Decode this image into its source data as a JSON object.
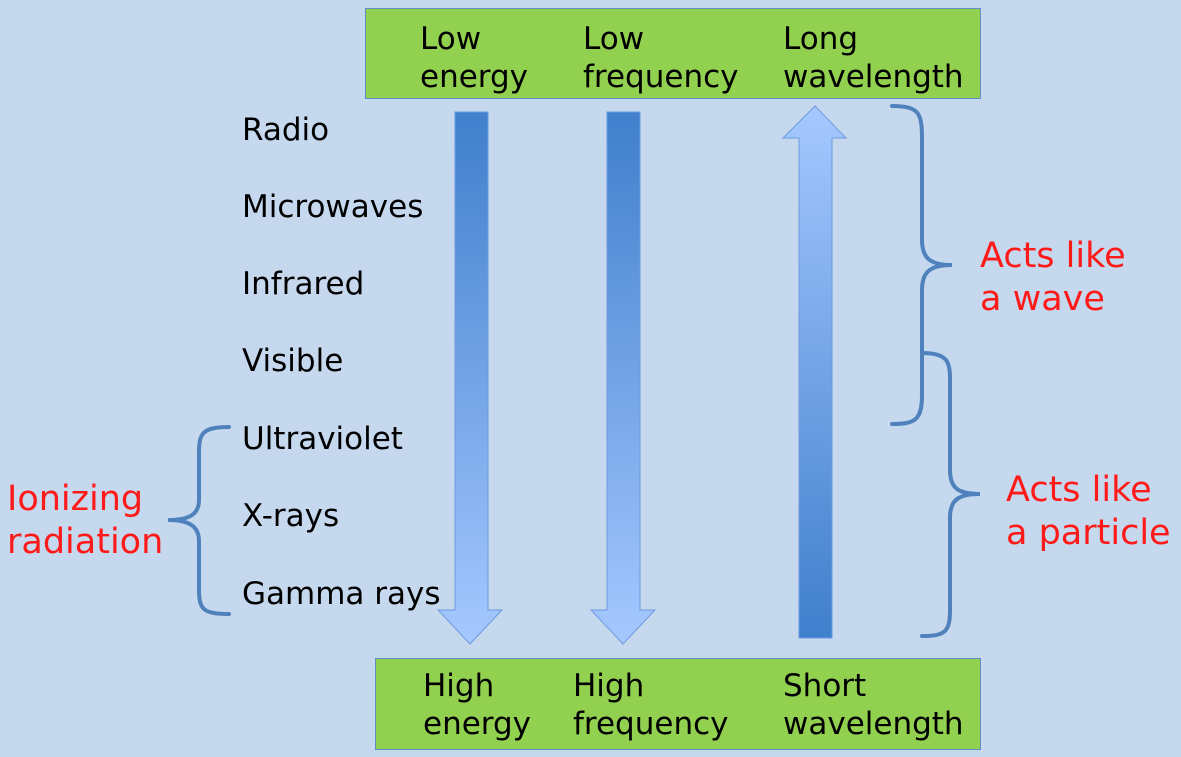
{
  "top_box": {
    "energy": [
      "Low",
      "energy"
    ],
    "frequency": [
      "Low",
      "frequency"
    ],
    "wavelength": [
      "Long",
      "wavelength"
    ]
  },
  "bottom_box": {
    "energy": [
      "High",
      "energy"
    ],
    "frequency": [
      "High",
      "frequency"
    ],
    "wavelength": [
      "Short",
      "wavelength"
    ]
  },
  "spectrum": [
    "Radio",
    "Microwaves",
    "Infrared",
    "Visible",
    "Ultraviolet",
    "X-rays",
    "Gamma rays"
  ],
  "annotations": {
    "ionizing": [
      "Ionizing",
      "radiation"
    ],
    "wave": [
      "Acts like",
      "a wave"
    ],
    "particle": [
      "Acts like",
      "a particle"
    ]
  },
  "colors": {
    "background": "#c5d8ee",
    "box": "#92d050",
    "annotation_red": "#ff1a1a",
    "arrow_dark": "#3f7fcc",
    "arrow_light": "#a6c8ff",
    "bracket": "#4f81bd"
  },
  "arrows": [
    {
      "label": "energy-arrow",
      "direction": "down"
    },
    {
      "label": "frequency-arrow",
      "direction": "down"
    },
    {
      "label": "wavelength-arrow",
      "direction": "up"
    }
  ]
}
